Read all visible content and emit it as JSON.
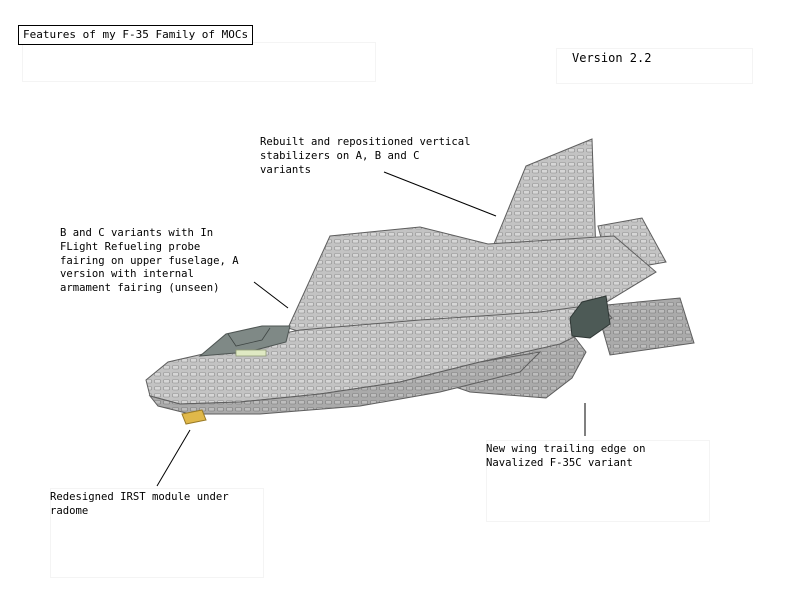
{
  "header": {
    "title": "Features of my F-35 Family of MOCs",
    "version": "Version 2.2"
  },
  "callouts": {
    "stabilizers": "Rebuilt and repositioned vertical\nstabilizers on A, B and C\nvariants",
    "refueling": "B and C variants with In\nFLight Refueling probe\nfairing on upper fuselage, A\nversion with internal\narmament fairing (unseen)",
    "wing": "New wing trailing edge on\nNavalized F-35C variant",
    "irst": "Redesigned IRST module under\nradome"
  },
  "colors": {
    "brick_light": "#c6c6c6",
    "brick_mid": "#b1b1b1",
    "brick_dark": "#8f8f8f",
    "outline": "#5e5e5e",
    "canopy": "#6f7a78",
    "irst": "#e0b84a",
    "nozzle": "#4d5a56"
  }
}
